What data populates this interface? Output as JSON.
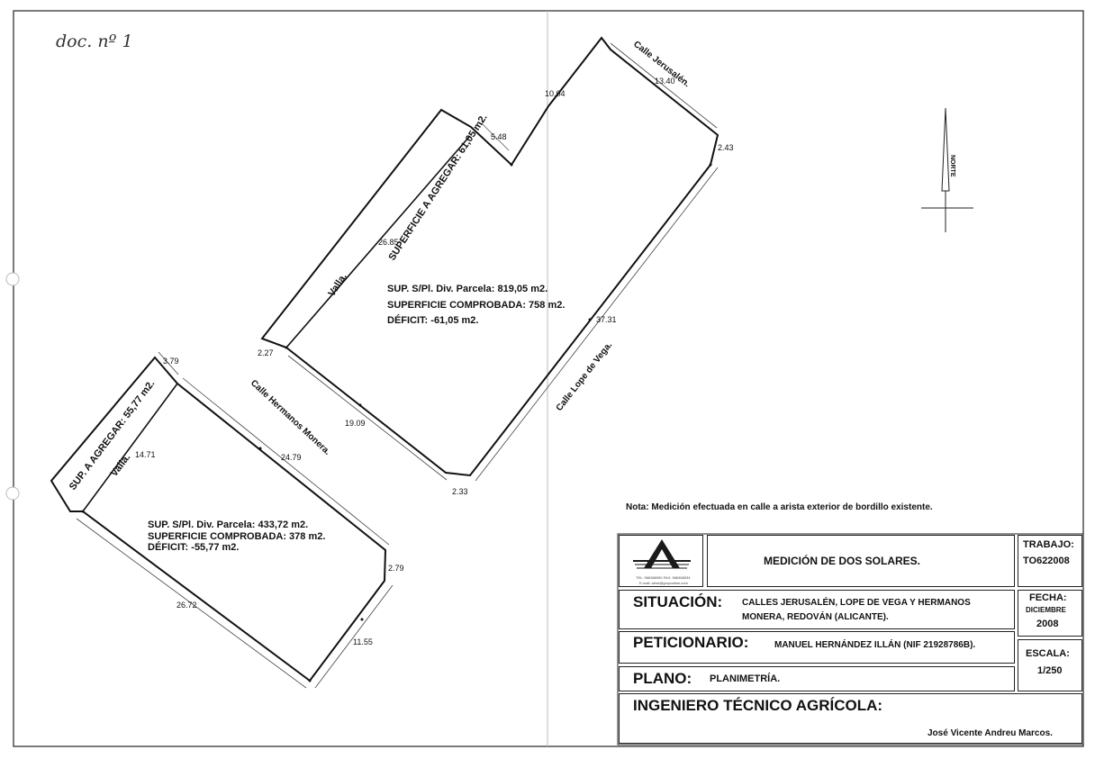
{
  "doc_label": "doc. nº 1",
  "north_label": "NORTE",
  "note": "Nota: Medición efectuada en calle a arista exterior de bordillo existente.",
  "streets": {
    "jerusalen": "Calle Jerusalén.",
    "lope_de_vega": "Calle Lope de Vega.",
    "hermanos_monera": "Calle Hermanos Monera."
  },
  "parcel_upper": {
    "band_label": "SUPERFICIE A AGREGAR: 61,05 m2.",
    "fence_label": "Valla.",
    "info": [
      "SUP. S/Pl. Div. Parcela: 819,05 m2.",
      "SUPERFICIE COMPROBADA: 758 m2.",
      "DÉFICIT: -61,05 m2."
    ],
    "dimensions": {
      "d1004": "10.04",
      "d1340": "13.40",
      "d243": "2.43",
      "d548": "5.48",
      "d2685": "26.85",
      "d3731": "37.31",
      "d227": "2.27",
      "d1909": "19.09",
      "d233": "2.33"
    }
  },
  "parcel_lower": {
    "band_label": "SUP. A AGREGAR: 55,77 m2.",
    "fence_label": "Valla.",
    "info": [
      "SUP. S/Pl. Div. Parcela: 433,72 m2.",
      "SUPERFICIE COMPROBADA: 378 m2.",
      "DÉFICIT: -55,77 m2."
    ],
    "dimensions": {
      "d379": "3.79",
      "d1471": "14.71",
      "d2479": "24.79",
      "d279": "2.79",
      "d2672": "26.72",
      "d1155": "11.55"
    }
  },
  "title_block": {
    "logo_line1": "TEL: 966366950 FAX: 966368034",
    "logo_line2": "E-mail: alme@grupoalme.com",
    "title": "MEDICIÓN DE DOS SOLARES.",
    "trabajo_label": "TRABAJO:",
    "trabajo_value": "TO622008",
    "situacion_label": "SITUACIÓN:",
    "situacion_value_1": "CALLES JERUSALÉN, LOPE DE VEGA Y HERMANOS",
    "situacion_value_2": "MONERA, REDOVÁN (ALICANTE).",
    "fecha_label": "FECHA:",
    "fecha_month": "DICIEMBRE",
    "fecha_year": "2008",
    "peticionario_label": "PETICIONARIO:",
    "peticionario_value": "MANUEL HERNÁNDEZ ILLÁN (NIF 21928786B).",
    "escala_label": "ESCALA:",
    "escala_value": "1/250",
    "plano_label": "PLANO:",
    "plano_value": "PLANIMETRÍA.",
    "ingeniero_label": "INGENIERO TÉCNICO AGRÍCOLA:",
    "ingeniero_name": "José Vicente Andreu Marcos."
  }
}
